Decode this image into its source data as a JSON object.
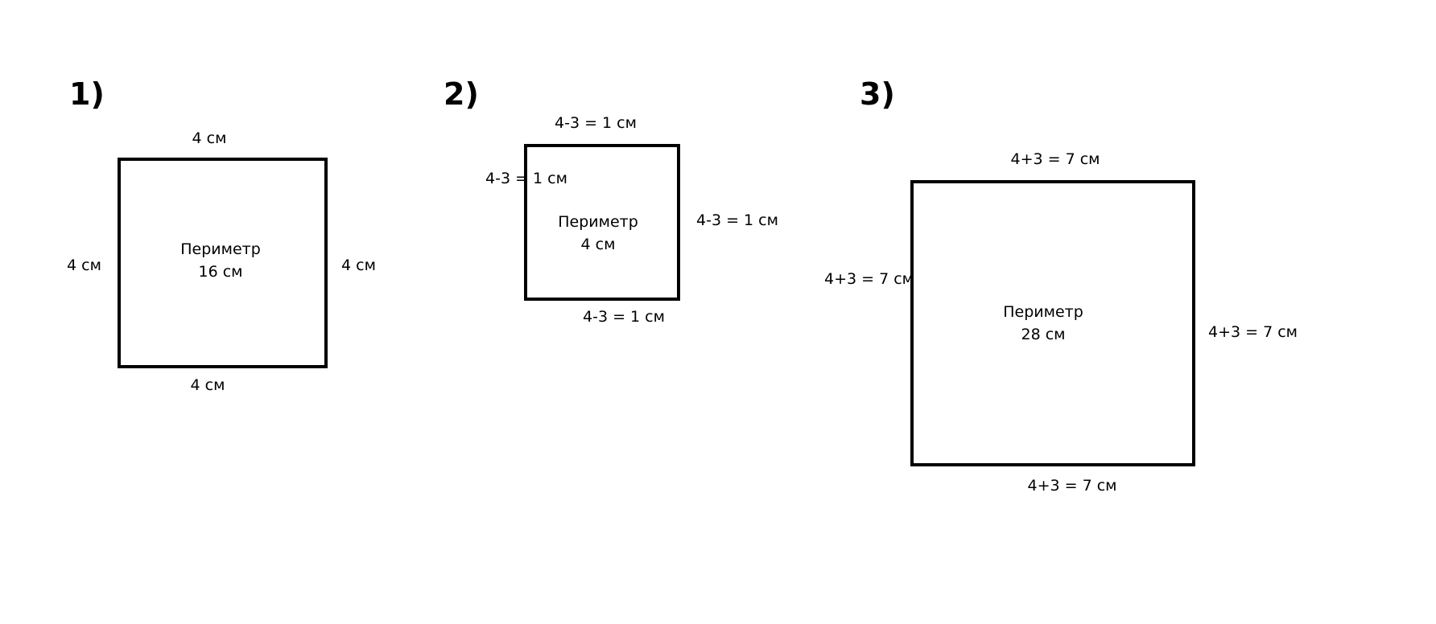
{
  "figures": [
    {
      "number": "1)",
      "top_label": "4 см",
      "left_label": "4 см",
      "right_label": "4 см",
      "bottom_label": "4 см",
      "perimeter_title": "Периметр",
      "perimeter_value": "16 см"
    },
    {
      "number": "2)",
      "top_label": "4-3 = 1 см",
      "left_label": "4-3 = 1 см",
      "right_label": "4-3 = 1 см",
      "bottom_label": "4-3 = 1 см",
      "perimeter_title": "Периметр",
      "perimeter_value": "4 см"
    },
    {
      "number": "3)",
      "top_label": "4+3 = 7 см",
      "left_label": "4+3 = 7 см",
      "right_label": "4+3 = 7 см",
      "bottom_label": "4+3 = 7 см",
      "perimeter_title": "Периметр",
      "perimeter_value": "28 см"
    }
  ]
}
